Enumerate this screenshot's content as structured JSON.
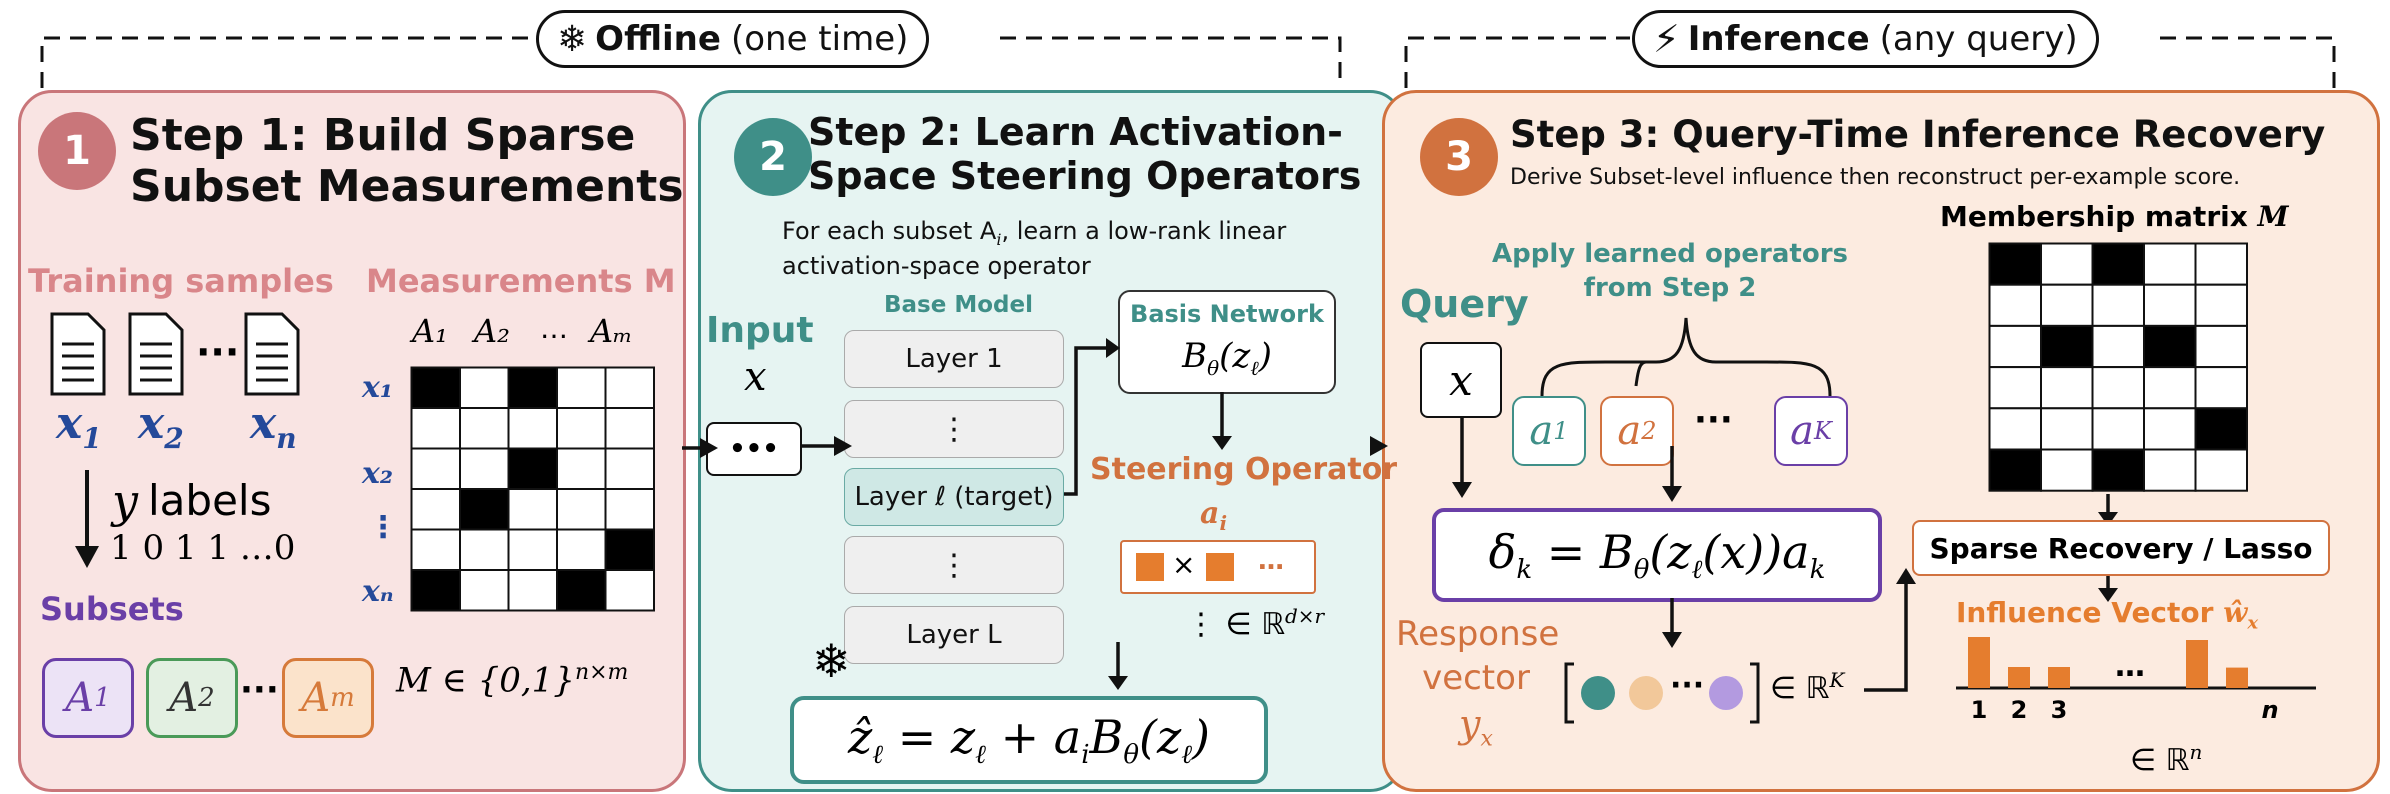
{
  "banners": {
    "offline_bold": "Offline",
    "offline_rest": "(one time)",
    "inference_bold": "Inference",
    "inference_rest": "(any query)"
  },
  "step1": {
    "number": "1",
    "title_line1": "Step 1: Build Sparse",
    "title_line2": "Subset Measurements",
    "training_label": "Training samples",
    "measurements_label": "Measurements M",
    "x1": "x",
    "x2": "x",
    "xn": "x",
    "x1_sub": "1",
    "x2_sub": "2",
    "xn_sub": "n",
    "dots": "···",
    "y_label": "y",
    "labels_word": "labels",
    "label_values": "1 0 1 1 …0",
    "subsets_label": "Subsets",
    "subset1": "A",
    "subset1_sub": "1",
    "subset2": "A",
    "subset2_sub": "2",
    "subsetm": "A",
    "subsetm_sub": "m",
    "subset_dots": "···",
    "formula": "M ∈ {0,1}",
    "formula_sup": "n×m",
    "matrix_cols": [
      "A₁",
      "A₂",
      "…",
      "Aₘ"
    ],
    "matrix_rows": [
      "x₁",
      "x₂",
      "⋮",
      "xₙ"
    ]
  },
  "step2": {
    "number": "2",
    "title_line1": "Step 2: Learn Activation-",
    "title_line2": "Space Steering Operators",
    "desc_line1": "For each subset A",
    "desc_line1_sub": "i",
    "desc_line1_rest": ", learn a low-rank linear",
    "desc_line2": "activation-space operator",
    "input_label": "Input",
    "input_var": "x",
    "input_dots": "•••",
    "base_model": "Base Model",
    "layer1": "Layer 1",
    "layer_dots1": "⋮",
    "layer_target": "Layer ℓ (target)",
    "layer_dots2": "⋮",
    "layerL": "Layer L",
    "basis_title": "Basis Network",
    "basis_formula": "B",
    "basis_formula_rest": "(z",
    "steering_title": "Steering Operator",
    "steering_var": "a",
    "steering_sub": "i",
    "steering_dims": "⋮ ∈ ℝ",
    "steering_dims_sup": "d×r",
    "op_cross": "×",
    "op_dots": "…",
    "equation": "ẑ_ℓ = z_ℓ + a_i B_θ(z_ℓ)",
    "snowflake": "❄"
  },
  "step3": {
    "number": "3",
    "title": "Step 3: Query-Time Inference Recovery",
    "desc": "Derive Subset-level influence then reconstruct per-example score.",
    "apply_line1": "Apply learned operators",
    "apply_line2": "from Step 2",
    "query_label": "Query",
    "query_var": "x",
    "a1": "a",
    "a1_sub": "1",
    "a2": "a",
    "a2_sub": "2",
    "aK": "a",
    "aK_sub": "K",
    "a_dots": "···",
    "delta_eq": "δ_k = B_θ(z_ℓ(x)) a_k",
    "response_line1": "Response",
    "response_line2": "vector",
    "response_var": "y",
    "response_sub": "x",
    "vec_dots": "···",
    "vec_space": "∈ ℝ",
    "vec_space_sup": "K",
    "membership_label": "Membership matrix",
    "membership_var": "M",
    "recovery_label": "Sparse Recovery / Lasso",
    "influence_label": "Influence Vector",
    "influence_var": "ŵ",
    "influence_sub": "x",
    "bar_labels": [
      "1",
      "2",
      "3",
      "n"
    ],
    "bar_dots": "…",
    "influence_space": "∈ ℝ",
    "influence_space_sup": "n"
  },
  "colors": {
    "step1_accent": "#c9767a",
    "step2_accent": "#3f8f88",
    "step3_accent": "#d1723f",
    "x_blue": "#24499a",
    "subset_purple": "#6a3fa7",
    "subset_green": "#4a9a58",
    "subset_orange": "#d67a3a",
    "bar_orange": "#e57d2e"
  },
  "matrix_step1": [
    [
      1,
      0,
      1,
      0,
      0
    ],
    [
      0,
      0,
      0,
      0,
      0
    ],
    [
      0,
      0,
      1,
      0,
      0
    ],
    [
      0,
      1,
      0,
      0,
      0
    ],
    [
      0,
      0,
      0,
      0,
      1
    ],
    [
      1,
      0,
      0,
      1,
      0
    ]
  ],
  "matrix_step3": [
    [
      1,
      0,
      1,
      0,
      0
    ],
    [
      0,
      0,
      0,
      0,
      0
    ],
    [
      0,
      1,
      0,
      1,
      0
    ],
    [
      0,
      0,
      0,
      0,
      0
    ],
    [
      0,
      0,
      0,
      0,
      1
    ],
    [
      1,
      0,
      1,
      0,
      0
    ]
  ],
  "influence_bars": [
    0.85,
    0.35,
    0.35,
    0.8,
    0.34
  ]
}
